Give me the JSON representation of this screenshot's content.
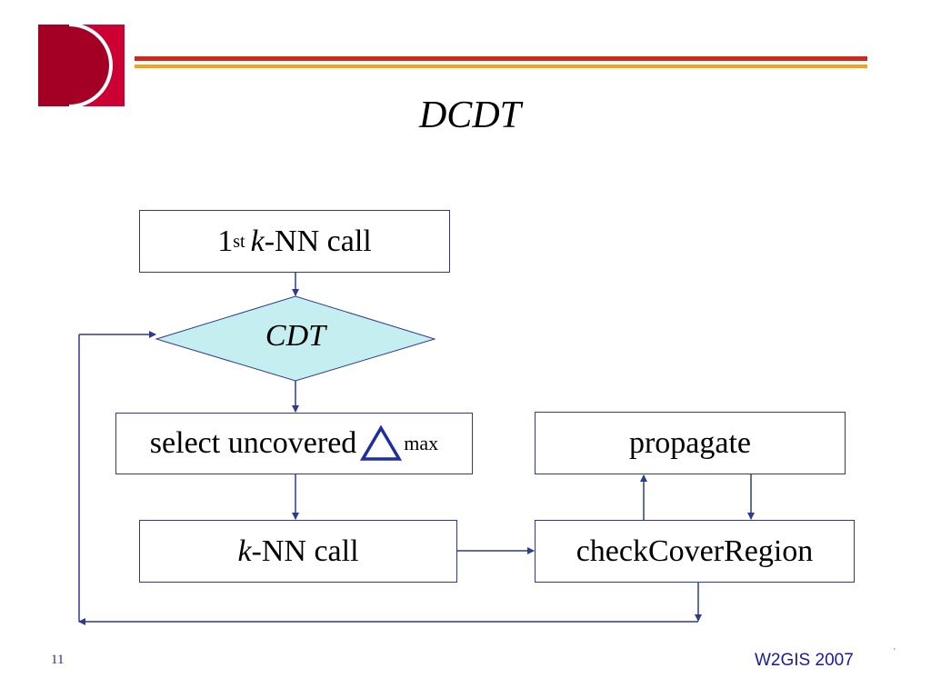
{
  "slide": {
    "title": "DCDT",
    "number": "11",
    "footer": "W2GIS 2007",
    "tick_mark": "'"
  },
  "colors": {
    "logo_red": "#cc0033",
    "logo_dark": "#a40026",
    "rule_red": "#cc2a1a",
    "rule_orange": "#f4a11c",
    "box_border": "#2f3a8f",
    "arrow": "#2f3a8f",
    "decision_fill": "#c4eef0"
  },
  "flowchart": {
    "first_call": {
      "ordinal": "1",
      "superscript": "st",
      "k": "k",
      "rest": "-NN call"
    },
    "decision": {
      "label": "CDT"
    },
    "select": {
      "text": "select uncovered",
      "triangle_icon": "triangle-icon",
      "subscript": "max"
    },
    "propagate": {
      "label": "propagate"
    },
    "knn_call": {
      "k": "k",
      "rest": "-NN call"
    },
    "check": {
      "label": "checkCoverRegion"
    }
  }
}
